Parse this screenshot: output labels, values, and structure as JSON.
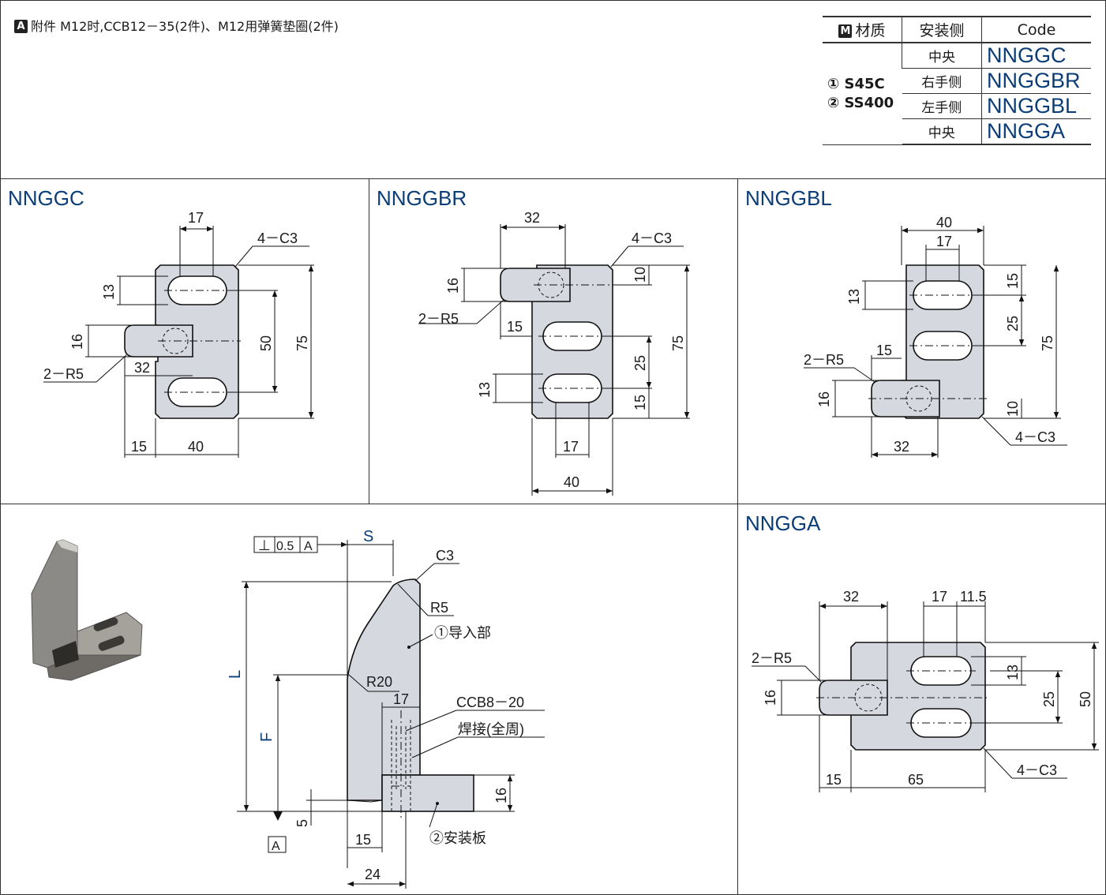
{
  "accessory": {
    "badge": "A",
    "text": "附件  M12时,CCB12－35(2件)、M12用弹簧垫圈(2件)"
  },
  "spec_table": {
    "headers": {
      "material_badge": "M",
      "material": "材质",
      "side": "安装侧",
      "code": "Code"
    },
    "materials": [
      "① S45C",
      "② SS400"
    ],
    "rows": [
      {
        "side": "中央",
        "code": "NNGGC"
      },
      {
        "side": "右手侧",
        "code": "NNGGBR"
      },
      {
        "side": "左手侧",
        "code": "NNGGBL"
      },
      {
        "side": "中央",
        "code": "NNGGA"
      }
    ]
  },
  "panels": {
    "nnggc": {
      "title": "NNGGC",
      "dims": {
        "top": "17",
        "chamfer": "4－C3",
        "slot_h": "13",
        "pitch": "50",
        "height": "75",
        "tab_h": "16",
        "radius": "2－R5",
        "tab_w": "32",
        "left": "15",
        "width": "40"
      }
    },
    "nnggbr": {
      "title": "NNGGBR",
      "dims": {
        "top": "32",
        "chamfer": "4－C3",
        "top_off": "10",
        "tab_h": "16",
        "radius": "2－R5",
        "left": "15",
        "pitch": "25",
        "height": "75",
        "slot_h": "13",
        "bottom_off": "15",
        "slot_w": "17",
        "width": "40"
      }
    },
    "nnggbl": {
      "title": "NNGGBL",
      "dims": {
        "width": "40",
        "slot_w": "17",
        "slot_h": "13",
        "top_off": "15",
        "pitch": "25",
        "height": "75",
        "left": "15",
        "radius": "2－R5",
        "tab_h": "16",
        "bottom_off": "10",
        "chamfer": "4－C3",
        "tab_w": "32"
      }
    },
    "nngga": {
      "title": "NNGGA",
      "dims": {
        "tab_w": "32",
        "slot_w": "17",
        "slot_off": "11.5",
        "radius": "2－R5",
        "slot_h": "13",
        "tab_h": "16",
        "pitch": "25",
        "height": "50",
        "left": "15",
        "width": "65",
        "chamfer": "4－C3"
      }
    },
    "side": {
      "tolerance": "⊥",
      "tol_value": "0.5",
      "datum": "A",
      "s": "S",
      "c3": "C3",
      "r5": "R5",
      "guide": "①导入部",
      "l": "L",
      "r20": "R20",
      "w17": "17",
      "screw": "CCB8－20",
      "weld": "焊接(全周)",
      "f": "F",
      "h16": "16",
      "h5": "5",
      "w15": "15",
      "plate": "②安装板",
      "w24": "24",
      "datum_label": "A"
    }
  }
}
